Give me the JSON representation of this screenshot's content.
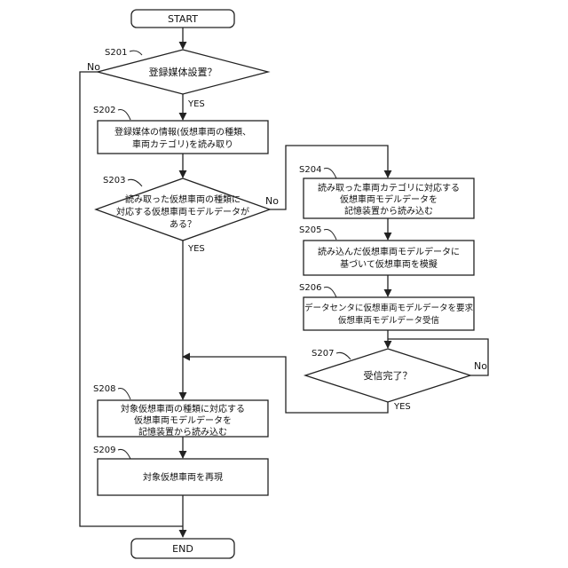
{
  "flowchart": {
    "start": "START",
    "end": "END",
    "steps": {
      "s201": {
        "id": "S201",
        "lines": [
          "登録媒体設置？"
        ]
      },
      "s202": {
        "id": "S202",
        "lines": [
          "登録媒体の情報(仮想車両の種類、",
          "車両カテゴリ)を読み取り"
        ]
      },
      "s203": {
        "id": "S203",
        "lines": [
          "読み取った仮想車両の種類に",
          "対応する仮想車両モデルデータが",
          "ある？"
        ]
      },
      "s204": {
        "id": "S204",
        "lines": [
          "読み取った車両カテゴリに対応する",
          "仮想車両モデルデータを",
          "記憶装置から読み込む"
        ]
      },
      "s205": {
        "id": "S205",
        "lines": [
          "読み込んだ仮想車両モデルデータに",
          "基づいて仮想車両を模擬"
        ]
      },
      "s206": {
        "id": "S206",
        "lines": [
          "データセンタに仮想車両モデルデータを要求",
          "仮想車両モデルデータ受信"
        ]
      },
      "s207": {
        "id": "S207",
        "lines": [
          "受信完了？"
        ]
      },
      "s208": {
        "id": "S208",
        "lines": [
          "対象仮想車両の種類に対応する",
          "仮想車両モデルデータを",
          "記憶装置から読み込む"
        ]
      },
      "s209": {
        "id": "S209",
        "lines": [
          "対象仮想車両を再現"
        ]
      }
    },
    "branch_labels": {
      "s201_yes": "YES",
      "s201_no": "No",
      "s203_yes": "YES",
      "s203_no": "No",
      "s207_yes": "YES",
      "s207_no": "No"
    }
  }
}
